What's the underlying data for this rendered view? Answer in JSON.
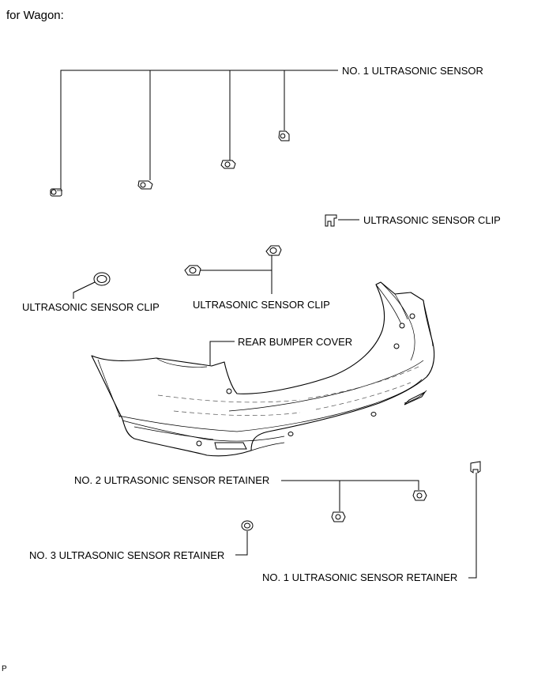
{
  "title": "for Wagon:",
  "labels": {
    "no1_sensor": "NO. 1 ULTRASONIC SENSOR",
    "clip_right": "ULTRASONIC SENSOR CLIP",
    "clip_left": "ULTRASONIC SENSOR CLIP",
    "clip_center": "ULTRASONIC SENSOR CLIP",
    "rear_bumper_cover": "REAR BUMPER COVER",
    "no2_retainer": "NO. 2 ULTRASONIC SENSOR RETAINER",
    "no3_retainer": "NO. 3 ULTRASONIC SENSOR RETAINER",
    "no1_retainer": "NO. 1 ULTRASONIC SENSOR RETAINER"
  },
  "figure_code": "P"
}
